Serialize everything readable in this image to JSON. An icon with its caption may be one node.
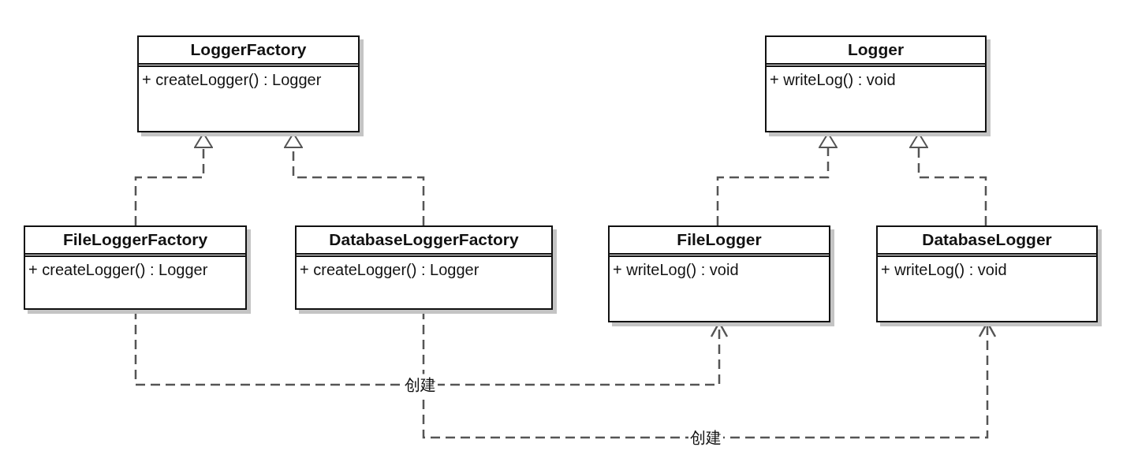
{
  "diagram": {
    "nodes": [
      {
        "text": [
          "LoggerFactory",
          "+ createLogger() : Logger"
        ]
      },
      {
        "text": [
          "Logger",
          "+ writeLog() : void"
        ]
      },
      {
        "text": [
          "FileLoggerFactory",
          "+ createLogger() : Logger"
        ]
      },
      {
        "text": [
          "DatabaseLoggerFactory",
          "+ createLogger() : Logger"
        ]
      },
      {
        "text": [
          "FileLogger",
          "+ writeLog() : void"
        ]
      },
      {
        "text": [
          "DatabaseLogger",
          "+ writeLog() : void"
        ]
      }
    ],
    "edges": [
      {
        "from": 2,
        "to": 0,
        "arrow": "to",
        "style": "dashed"
      },
      {
        "from": 3,
        "to": 0,
        "arrow": "to",
        "style": "dashed"
      },
      {
        "from": 4,
        "to": 1,
        "arrow": "to",
        "style": "dashed"
      },
      {
        "from": 5,
        "to": 1,
        "arrow": "to",
        "style": "dashed"
      },
      {
        "from": 2,
        "to": 4,
        "arrow": "to",
        "style": "dashed",
        "label": "创建"
      },
      {
        "from": 3,
        "to": 5,
        "arrow": "to",
        "style": "dashed",
        "label": "创建"
      }
    ]
  }
}
